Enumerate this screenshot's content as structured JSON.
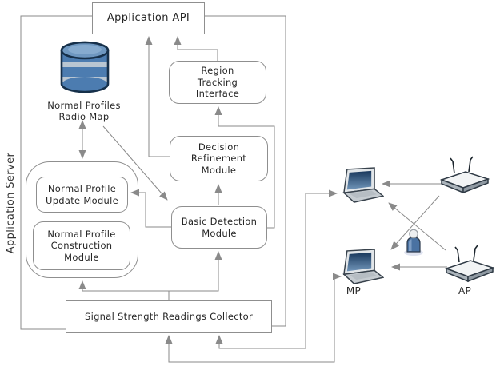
{
  "server": {
    "label": "Application Server"
  },
  "nodes": {
    "api": {
      "label": "Application API"
    },
    "radio_map": {
      "label": "Normal Profiles\nRadio Map"
    },
    "region_tracking": {
      "label": "Region\nTracking\nInterface"
    },
    "decision_refinement": {
      "label": "Decision\nRefinement\nModule"
    },
    "profile_update": {
      "label": "Normal Profile\nUpdate Module"
    },
    "profile_construction": {
      "label": "Normal Profile\nConstruction\nModule"
    },
    "basic_detection": {
      "label": "Basic Detection\nModule"
    },
    "collector": {
      "label": "Signal Strength Readings Collector"
    }
  },
  "devices": {
    "mp_label": "MP",
    "ap_label": "AP"
  },
  "icons": {
    "database-icon": "blue striped cylinder",
    "laptop-top-icon": "laptop",
    "laptop-bottom-icon": "laptop",
    "access-point-top-icon": "wireless access point with two antennas",
    "access-point-bottom-icon": "wireless access point with two antennas",
    "person-icon": "user figure"
  },
  "colors": {
    "line": "#8a8a8a",
    "box_border": "#8f8f8f",
    "text": "#262626",
    "db_outline": "#16304a",
    "db_dark_band": "#4c7cb0",
    "db_light_band": "#b9c6d2",
    "db_top": "#6e97c0",
    "laptop_screen": "#2c4d73",
    "device_body": "#c6ccd1",
    "person_body": "#4a72a2"
  }
}
